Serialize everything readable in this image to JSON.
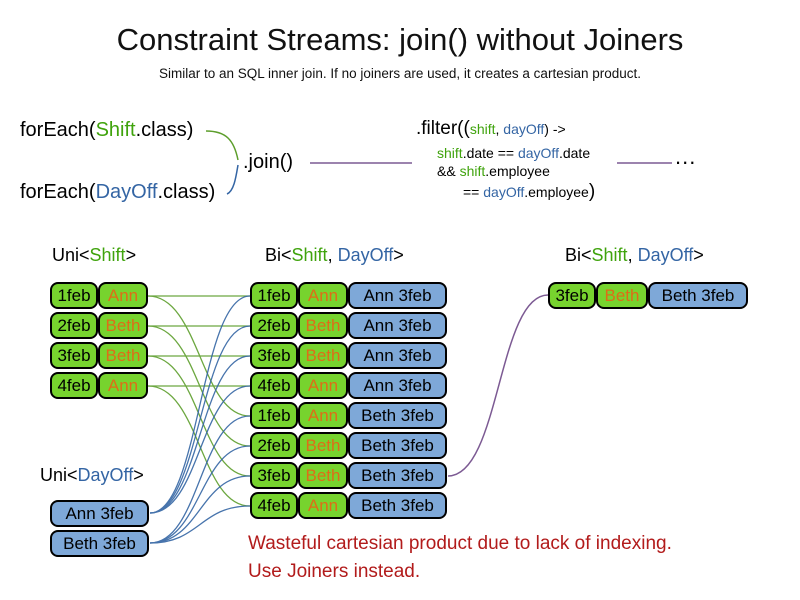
{
  "title": "Constraint Streams: join() without Joiners",
  "subtitle": "Similar to an SQL inner join. If no joiners are used, it creates a cartesian product.",
  "code": {
    "foreach_shift": {
      "pre": "forEach(",
      "cls": "Shift",
      "post": ".class)"
    },
    "foreach_dayoff": {
      "pre": "forEach(",
      "cls": "DayOff",
      "post": ".class)"
    },
    "join_label": ".join()",
    "filter": {
      "l1_pre": ".filter((",
      "l1_shift": "shift",
      "l1_sep": ", ",
      "l1_dayoff": "dayOff",
      "l1_post": ") ->",
      "l2_shift": "shift",
      "l2_mid": ".date == ",
      "l2_dayoff": "dayOff",
      "l2_post": ".date",
      "l3_pre": "&& ",
      "l3_shift": "shift",
      "l3_post": ".employee",
      "l4_pre": "== ",
      "l4_dayoff": "dayOff",
      "l4_post": ".employee",
      "l4_close": ")"
    },
    "ellipsis": "..."
  },
  "labels": {
    "uni_shift": {
      "pre": "Uni<",
      "shift": "Shift",
      "close": ">"
    },
    "bi_mid": {
      "pre": "Bi<",
      "shift": "Shift",
      "sep": ", ",
      "dayoff": "DayOff",
      "close": ">"
    },
    "bi_right": {
      "pre": "Bi<",
      "shift": "Shift",
      "sep": ", ",
      "dayoff": "DayOff",
      "close": ">"
    },
    "uni_dayoff": {
      "pre": "Uni<",
      "dayoff": "DayOff",
      "close": ">"
    }
  },
  "tables": {
    "uni_shift_rows": [
      {
        "date": "1feb",
        "employee": "Ann"
      },
      {
        "date": "2feb",
        "employee": "Beth"
      },
      {
        "date": "3feb",
        "employee": "Beth"
      },
      {
        "date": "4feb",
        "employee": "Ann"
      }
    ],
    "bi_rows": [
      {
        "date": "1feb",
        "employee": "Ann",
        "dayoff": "Ann 3feb"
      },
      {
        "date": "2feb",
        "employee": "Beth",
        "dayoff": "Ann 3feb"
      },
      {
        "date": "3feb",
        "employee": "Beth",
        "dayoff": "Ann 3feb"
      },
      {
        "date": "4feb",
        "employee": "Ann",
        "dayoff": "Ann 3feb"
      },
      {
        "date": "1feb",
        "employee": "Ann",
        "dayoff": "Beth 3feb"
      },
      {
        "date": "2feb",
        "employee": "Beth",
        "dayoff": "Beth 3feb"
      },
      {
        "date": "3feb",
        "employee": "Beth",
        "dayoff": "Beth 3feb"
      },
      {
        "date": "4feb",
        "employee": "Ann",
        "dayoff": "Beth 3feb"
      }
    ],
    "bi_right_rows": [
      {
        "date": "3feb",
        "employee": "Beth",
        "dayoff": "Beth 3feb"
      }
    ],
    "uni_dayoff_rows": [
      {
        "dayoff": "Ann 3feb"
      },
      {
        "dayoff": "Beth 3feb"
      }
    ]
  },
  "note": {
    "line1": "Wasteful cartesian product due to lack of indexing.",
    "line2": "Use Joiners instead."
  },
  "colors": {
    "green_box": "#77D32E",
    "blue_box": "#7EA8D8",
    "green_text": "#3FA30C",
    "blue_text": "#3465A4",
    "orange_text": "#DE6D17",
    "red_text": "#B21B1B",
    "green_line": "#5D9E2C",
    "blue_line": "#3465A4",
    "purple_line": "#7C5A93",
    "box_border": "#000000"
  }
}
